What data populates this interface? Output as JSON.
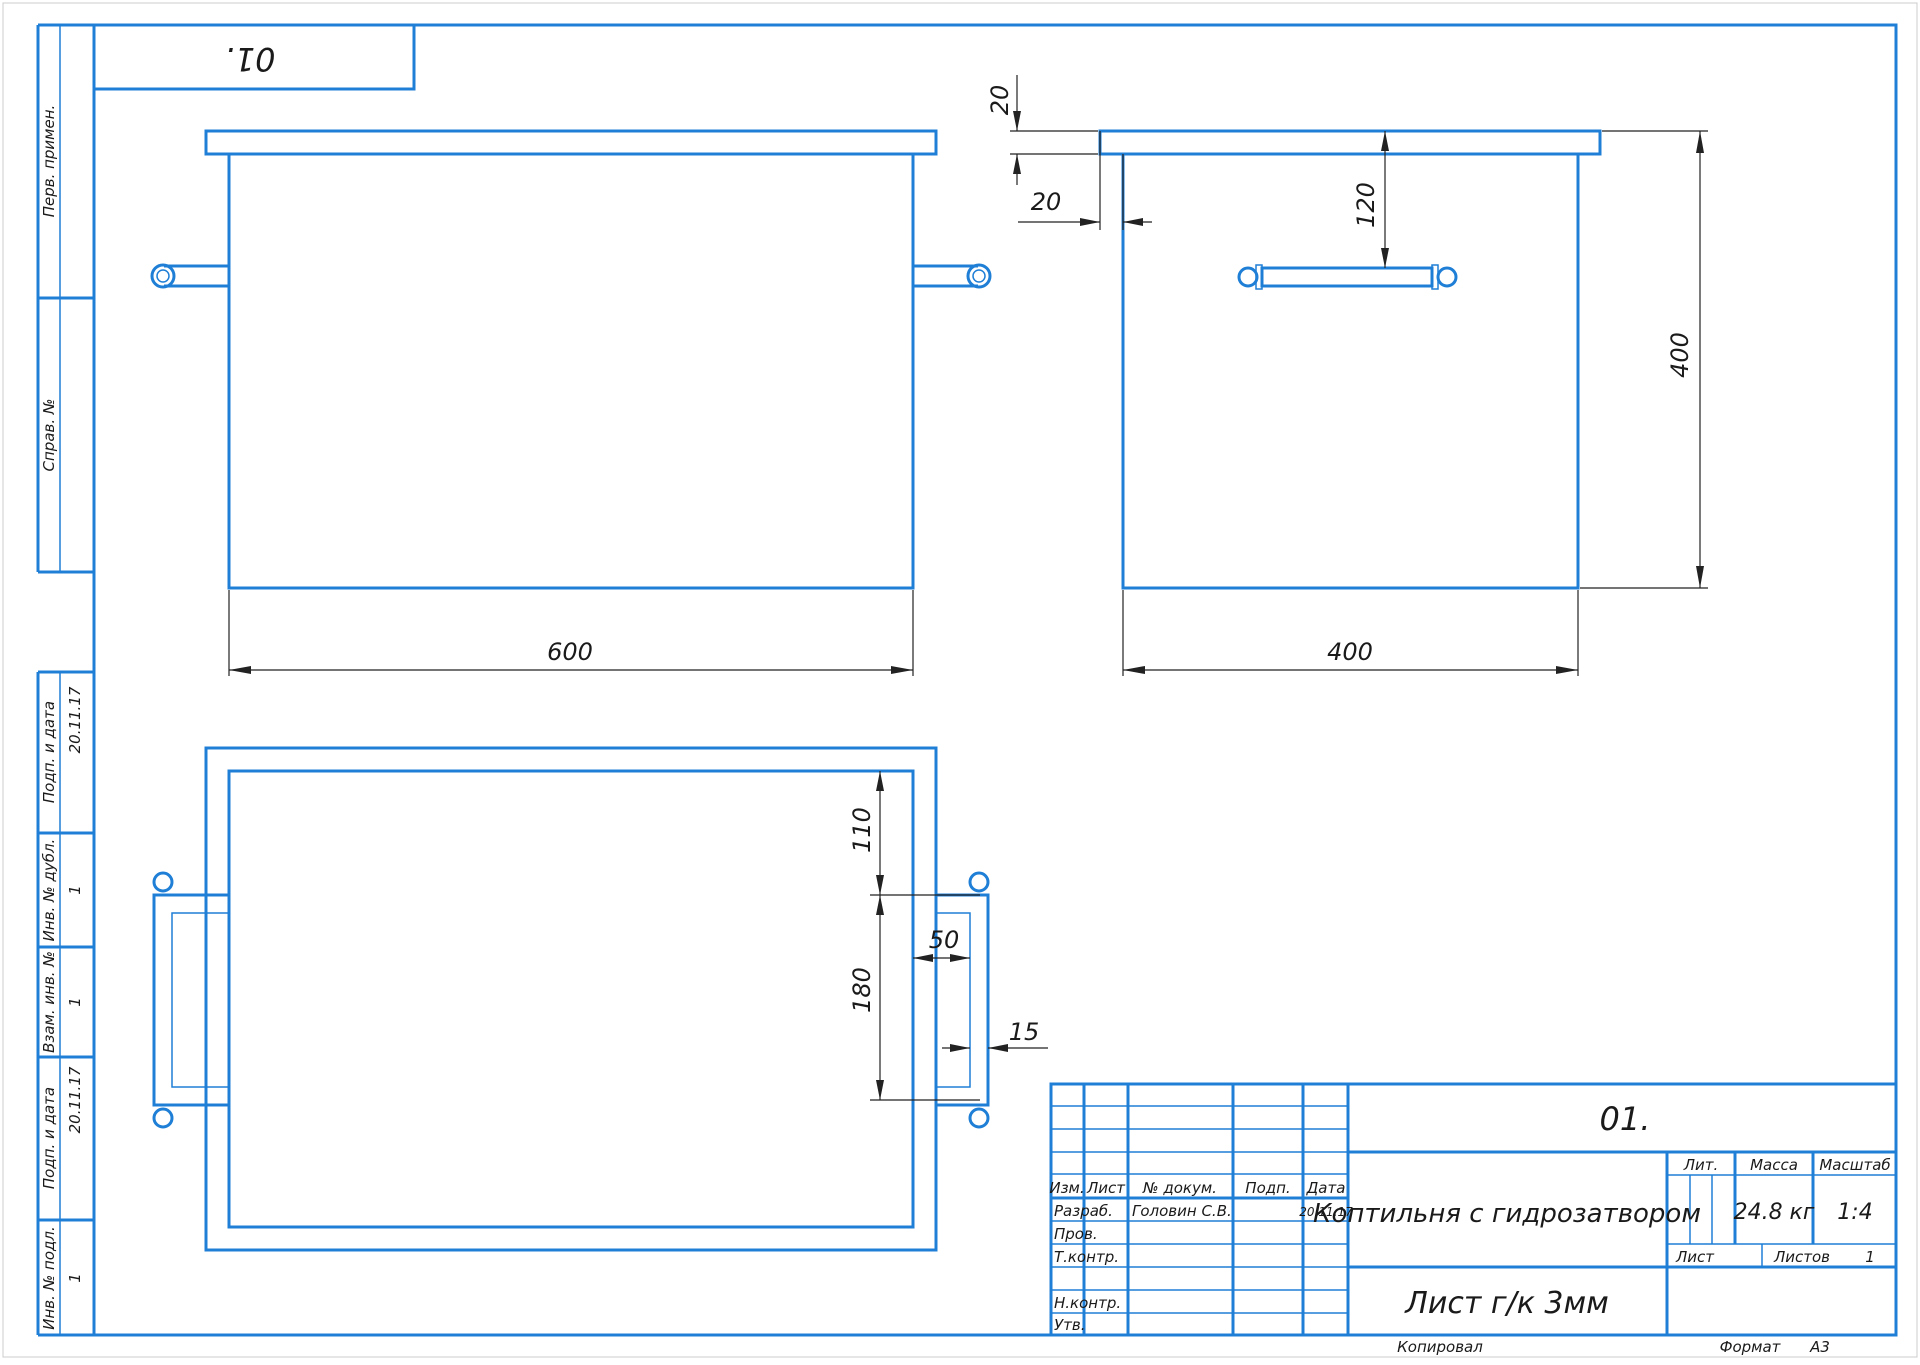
{
  "sheet": {
    "code_rotated": "01.",
    "side_labels": {
      "perv_primen": "Перв. примен.",
      "sprav_no": "Справ. №",
      "podp_data_top": "Подп. и дата",
      "podp_data_top_val": "20.11.17",
      "inv_dubl": "Инв. № дубл.",
      "inv_dubl_val": "1",
      "vzam_inv": "Взам. инв. №",
      "vzam_inv_val": "1",
      "podp_data_bottom": "Подп. и дата",
      "podp_data_bottom_val": "20.11.17",
      "inv_podl": "Инв. № подл.",
      "inv_podl_val": "1"
    }
  },
  "dimensions": {
    "front_width": "600",
    "side_width": "400",
    "side_height": "400",
    "lid_thickness": "20",
    "lid_overhang": "20",
    "handle_offset": "120",
    "top_handle_offset": "110",
    "top_handle_span": "180",
    "handle_depth": "50",
    "handle_wire": "15"
  },
  "title_block": {
    "doc_number": "01.",
    "title": "Коптильня с гидрозатвором",
    "material": "Лист г/к 3мм",
    "headers": {
      "izm": "Изм.",
      "list": "Лист",
      "no_dokum": "№ докум.",
      "podp": "Подп.",
      "data": "Дата",
      "lit": "Лит.",
      "massa": "Масса",
      "masshtab": "Масштаб",
      "list2": "Лист",
      "listov": "Листов"
    },
    "rows": {
      "razrab": "Разраб.",
      "prov": "Пров.",
      "tkontr": "Т.контр.",
      "nkontr": "Н.контр.",
      "utv": "Утв."
    },
    "developer": "Головин С.В.",
    "date": "20.11.17",
    "mass_value": "24.8 кг",
    "scale_value": "1:4",
    "sheets_total": "1",
    "footer_copied": "Копировал",
    "footer_format_label": "Формат",
    "footer_format_value": "А3"
  }
}
